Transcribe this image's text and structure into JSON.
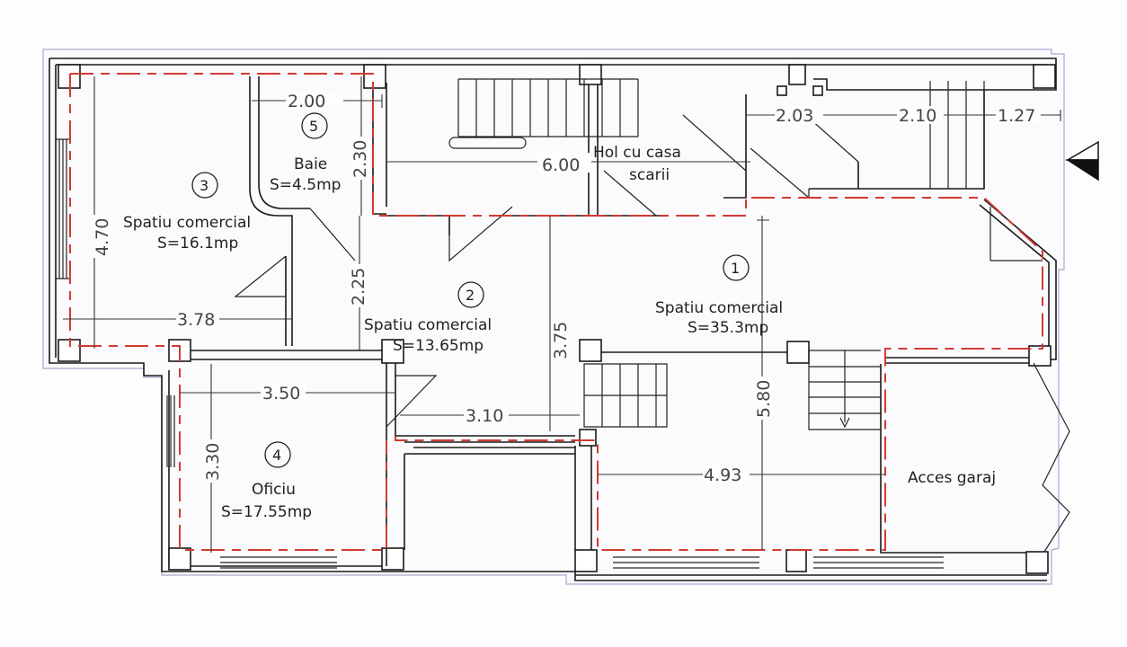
{
  "rooms": [
    {
      "id": "1",
      "name": "Spatiu comercial",
      "area": "S=35.3mp"
    },
    {
      "id": "2",
      "name": "Spatiu comercial",
      "area": "S=13.65mp"
    },
    {
      "id": "3",
      "name": "Spatiu comercial",
      "area": "S=16.1mp"
    },
    {
      "id": "4",
      "name": "Oficiu",
      "area": "S=17.55mp"
    },
    {
      "id": "5",
      "name": "Baie",
      "area": "S=4.5mp"
    }
  ],
  "labels": {
    "hol_line1": "Hol cu casa",
    "hol_line2": "scarii",
    "garage": "Acces garaj"
  },
  "dimensions": {
    "d_2_00": "2.00",
    "d_2_30": "2.30",
    "d_4_70": "4.70",
    "d_3_78": "3.78",
    "d_2_25": "2.25",
    "d_6_00": "6.00",
    "d_2_03": "2.03",
    "d_2_10": "2.10",
    "d_1_27": "1.27",
    "d_3_75": "3.75",
    "d_5_80": "5.80",
    "d_3_50": "3.50",
    "d_3_30": "3.30",
    "d_3_10": "3.10",
    "d_4_93": "4.93"
  },
  "colors": {
    "wall": "#1a1a1a",
    "area_outline": "#d23a32",
    "paper_border": "#b8b8d8"
  }
}
